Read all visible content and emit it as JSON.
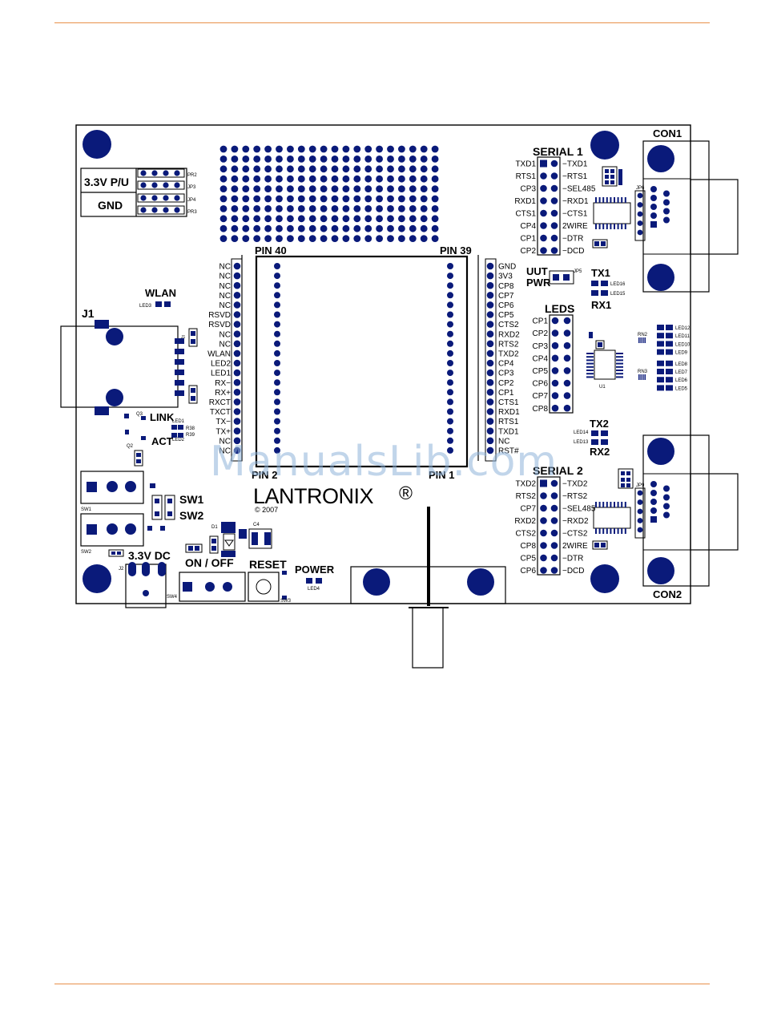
{
  "colors": {
    "pad": "#0a1a7a",
    "accent": "#e8904a",
    "outline": "#000000",
    "watermark": "#8fb3d9"
  },
  "labels": {
    "pu": "3.3V  P/U",
    "gnd": "GND",
    "pr2": "PR2",
    "jp3": "JP3",
    "jp4": "JP4",
    "pr3": "PR3",
    "pin40": "PIN  40",
    "pin39": "PIN  39",
    "wlan": "WLAN",
    "led3": "LED3",
    "j1": "J1",
    "j1small": "J1",
    "link": "LINK",
    "act": "ACT",
    "led1": "LED1",
    "led2": "LED2",
    "r38": "R38",
    "r39": "R39",
    "q3": "Q3",
    "q2": "Q2",
    "sw1": "SW1",
    "sw2": "SW2",
    "sw1small": "SW1",
    "sw2small": "SW2",
    "dc": "3.3V  DC",
    "j2": "J2",
    "sw4": "SW4",
    "onoff": "ON  /  OFF",
    "reset": "RESET",
    "sw3": "SW3",
    "power": "POWER",
    "led4": "LED4",
    "d1": "D1",
    "c4": "C4",
    "lantronix": "LANTRONIX",
    "reg": "®",
    "copyright": "©  2007",
    "serial1": "SERIAL  1",
    "serial2": "SERIAL  2",
    "uut": "UUT",
    "pwr": "PWR",
    "jp5": "JP5",
    "tx1": "TX1",
    "rx1": "RX1",
    "led16": "LED16",
    "led15": "LED15",
    "tx2": "TX2",
    "rx2": "RX2",
    "led14": "LED14",
    "led13": "LED13",
    "leds": "LEDS",
    "u1": "U1",
    "rn2": "RN2",
    "rn3": "RN3",
    "jp6": "JP6",
    "jp9": "JP9",
    "con1": "CON1",
    "con2": "CON2",
    "pin1": "PIN 1",
    "pin2": "PIN 2"
  },
  "header_left_pins": [
    "NC",
    "NC",
    "NC",
    "NC",
    "NC",
    "RSVD",
    "RSVD",
    "NC",
    "NC",
    "WLAN",
    "LED2",
    "LED1",
    "RX−",
    "RX+",
    "RXCT",
    "TXCT",
    "TX−",
    "TX+",
    "NC",
    "NC"
  ],
  "header_right_pins": [
    "GND",
    "3V3",
    "CP8",
    "CP7",
    "CP6",
    "CP5",
    "CTS2",
    "RXD2",
    "RTS2",
    "TXD2",
    "CP4",
    "CP3",
    "CP2",
    "CP1",
    "CTS1",
    "RXD1",
    "RTS1",
    "TXD1",
    "NC",
    "RST#"
  ],
  "serial1_left": [
    "TXD1",
    "RTS1",
    "CP3",
    "RXD1",
    "CTS1",
    "CP4",
    "CP1",
    "CP2"
  ],
  "serial1_right": [
    "TXD1",
    "RTS1",
    "SEL485",
    "RXD1",
    "CTS1",
    "2WIRE",
    "DTR",
    "DCD"
  ],
  "serial2_left": [
    "TXD2",
    "RTS2",
    "CP7",
    "RXD2",
    "CTS2",
    "CP8",
    "CP5",
    "CP6"
  ],
  "serial2_right": [
    "TXD2",
    "RTS2",
    "SEL485",
    "RXD2",
    "CTS2",
    "2WIRE",
    "DTR",
    "DCD"
  ],
  "leds_header": [
    "CP1",
    "CP2",
    "CP3",
    "CP4",
    "CP5",
    "CP6",
    "CP7",
    "CP8"
  ],
  "led_bank": [
    "LED12",
    "LED11",
    "LED10",
    "LED9",
    "LED8",
    "LED7",
    "LED6",
    "LED5"
  ],
  "watermark": "ManualsLib.com"
}
